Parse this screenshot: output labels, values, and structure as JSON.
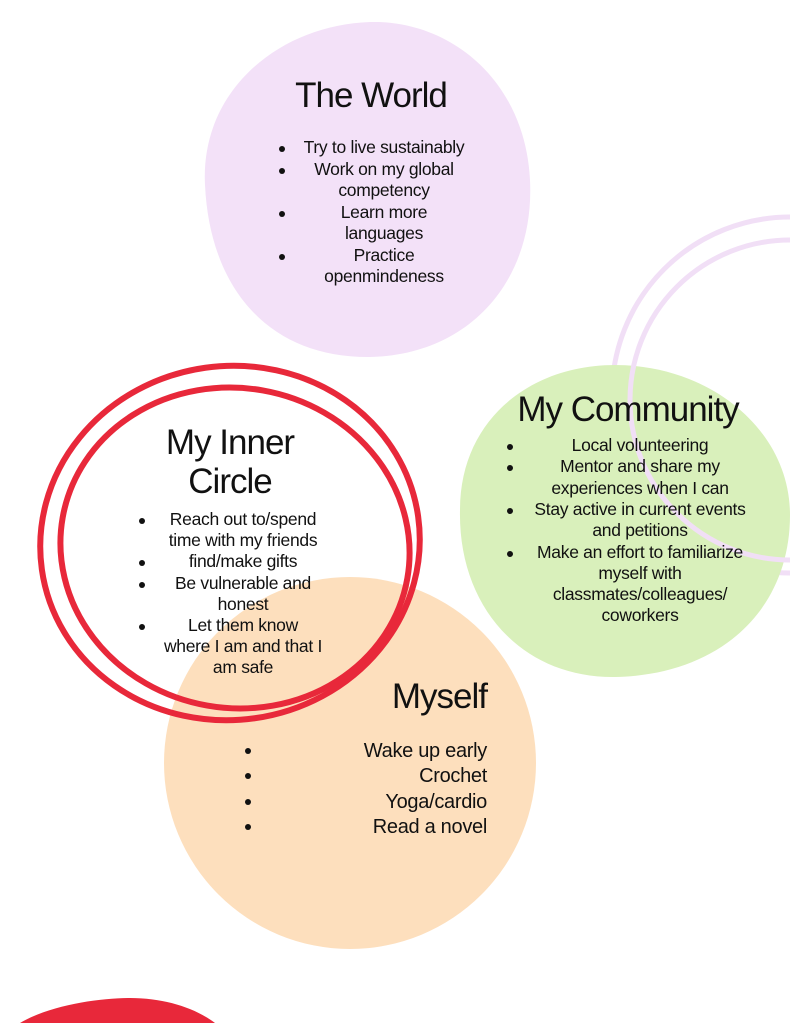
{
  "colors": {
    "world": "#f3e1f8",
    "community": "#d9f0bb",
    "myself": "#fddfbd",
    "inner_ring": "#e8283a",
    "accent_arc": "#f1dff6"
  },
  "world": {
    "title": "The World",
    "items": [
      [
        "Try to live sustainably"
      ],
      [
        "Work on my global",
        "competency"
      ],
      [
        "Learn more",
        "languages"
      ],
      [
        "Practice",
        "openmindeness"
      ]
    ]
  },
  "community": {
    "title": "My Community",
    "items": [
      [
        "Local volunteering"
      ],
      [
        "Mentor and share my",
        "experiences when I can"
      ],
      [
        "Stay active in current events",
        "and petitions"
      ],
      [
        "Make an effort to familiarize",
        "myself with",
        "classmates/colleagues/",
        "coworkers"
      ]
    ]
  },
  "inner": {
    "title_lines": [
      "My Inner",
      "Circle"
    ],
    "items": [
      [
        "Reach out to/spend",
        "time with my friends"
      ],
      [
        "find/make gifts"
      ],
      [
        "Be vulnerable and",
        "honest"
      ],
      [
        "Let them know",
        "where I am and that I",
        "am safe"
      ]
    ]
  },
  "myself": {
    "title": "Myself",
    "items": [
      [
        "Wake up early"
      ],
      [
        "Crochet"
      ],
      [
        "Yoga/cardio"
      ],
      [
        "Read a novel"
      ]
    ]
  }
}
